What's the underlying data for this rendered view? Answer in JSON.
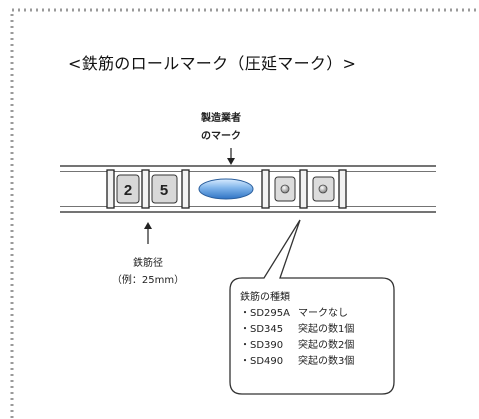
{
  "title": "<鉄筋のロールマーク（圧延マーク）>",
  "maker_label": [
    "製造業者",
    "のマーク"
  ],
  "diameter_label": [
    "鉄筋径",
    "（例：25mm）"
  ],
  "bar_digits": [
    "2",
    "5"
  ],
  "callout": {
    "heading": "鉄筋の種類",
    "rows": [
      {
        "code": "・SD295A",
        "text": "マークなし"
      },
      {
        "code": "・SD345",
        "text": "突起の数1個"
      },
      {
        "code": "・SD390",
        "text": "突起の数2個"
      },
      {
        "code": "・SD490",
        "text": "突起の数3個"
      }
    ]
  }
}
